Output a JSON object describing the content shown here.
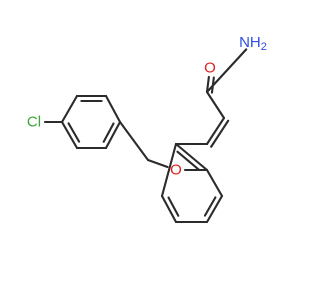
{
  "molecule": {
    "atoms": {
      "chlorine": {
        "text": "Cl",
        "color": "#3aa63a"
      },
      "ether_oxygen": {
        "text": "O",
        "color": "#e02020"
      },
      "carbonyl_oxygen": {
        "text": "O",
        "color": "#e02020"
      },
      "amide_nitrogen": {
        "text": "NH",
        "subscript": "2",
        "color": "#2f4de0"
      }
    },
    "bond_color": "#2b2b2b",
    "background": "#ffffff"
  }
}
